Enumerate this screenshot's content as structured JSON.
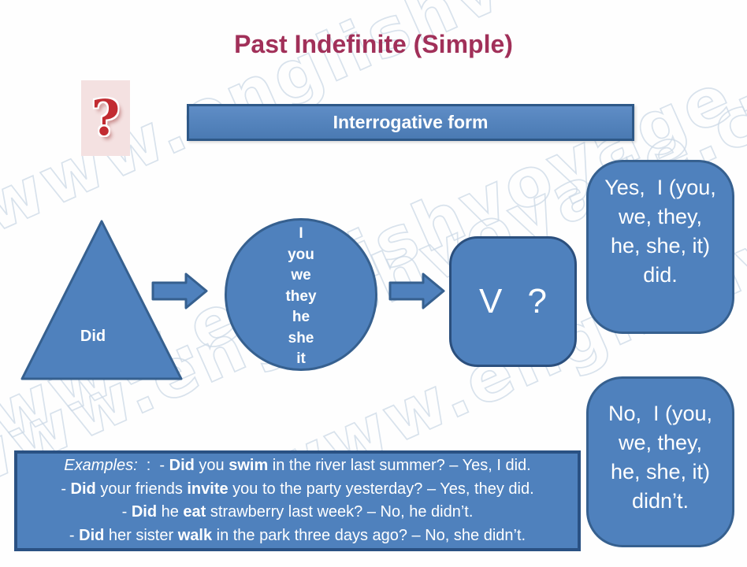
{
  "title": "Past Indefinite (Simple)",
  "question_mark": "?",
  "banner": {
    "label": "Interrogative form"
  },
  "triangle": {
    "label": "Did"
  },
  "circle": {
    "pronouns": [
      "I",
      "you",
      "we",
      "they",
      "he",
      "she",
      "it"
    ]
  },
  "verb_box": {
    "label": "V ?"
  },
  "yes_box": {
    "lines": [
      "Yes,  I (you,",
      "we, they,",
      "he, she, it)",
      "did."
    ]
  },
  "no_box": {
    "lines": [
      "No,  I (you,",
      "we, they,",
      "he, she, it)",
      "didn’t."
    ]
  },
  "examples": {
    "lines": [
      [
        {
          "t": "Examples:",
          "i": true
        },
        {
          "t": "  :  - "
        },
        {
          "t": "Did",
          "b": true
        },
        {
          "t": " you "
        },
        {
          "t": "swim",
          "b": true
        },
        {
          "t": " in the river last summer? – Yes, I did."
        }
      ],
      [
        {
          "t": "- "
        },
        {
          "t": "Did",
          "b": true
        },
        {
          "t": " your friends "
        },
        {
          "t": "invite",
          "b": true
        },
        {
          "t": " you to the party yesterday? – Yes, they did."
        }
      ],
      [
        {
          "t": "- "
        },
        {
          "t": "Did",
          "b": true
        },
        {
          "t": " he "
        },
        {
          "t": "eat",
          "b": true
        },
        {
          "t": " strawberry last week? – No, he didn’t."
        }
      ],
      [
        {
          "t": "- "
        },
        {
          "t": "Did",
          "b": true
        },
        {
          "t": " her sister "
        },
        {
          "t": "walk",
          "b": true
        },
        {
          "t": " in the park three days ago? – No, she didn’t."
        }
      ]
    ]
  },
  "watermark": {
    "text": "www.englishvoyage.com"
  },
  "colors": {
    "shape_fill": "#4f81bd",
    "shape_border": "#36608f",
    "dark_border": "#2b4f7d",
    "title": "#a13059",
    "question_red": "#c22b31",
    "question_bg": "#f4e1e1",
    "watermark_stroke": "#ccd9e6",
    "text_white": "#ffffff"
  }
}
